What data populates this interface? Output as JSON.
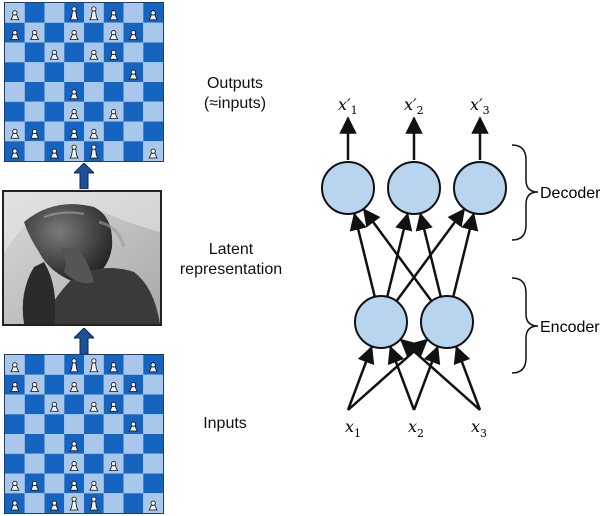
{
  "labels": {
    "outputs_line1": "Outputs",
    "outputs_line2": "(≈inputs)",
    "latent_line1": "Latent",
    "latent_line2": "representation",
    "inputs": "Inputs",
    "decoder": "Decoder",
    "encoder": "Encoder"
  },
  "network": {
    "inputs": [
      {
        "base": "x",
        "sub": "1"
      },
      {
        "base": "x",
        "sub": "2"
      },
      {
        "base": "x",
        "sub": "3"
      }
    ],
    "outputs": [
      {
        "base": "x′",
        "sub": "1"
      },
      {
        "base": "x′",
        "sub": "2"
      },
      {
        "base": "x′",
        "sub": "3"
      }
    ]
  },
  "colors": {
    "board_dark": "#1565c0",
    "board_light": "#a9c7ea",
    "neuron_fill": "#b8d4ee",
    "arrow": "#1f4f96",
    "stroke": "#111111"
  },
  "icons": {
    "latent_image": "thinker-statue-photo",
    "chess_piece": "chess-piece-icon"
  }
}
